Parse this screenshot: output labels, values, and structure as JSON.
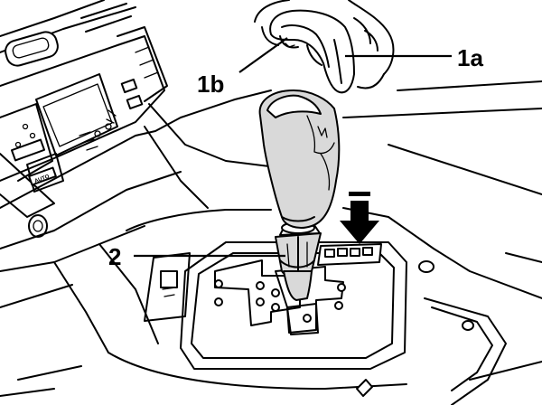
{
  "callouts": {
    "part_1a": "1a",
    "part_1b": "1b",
    "part_2": "2"
  },
  "dash_button_text": "AUTO",
  "colors": {
    "line": "#000000",
    "background": "#ffffff",
    "knob_shade": "#d9d9d9"
  },
  "icons": [
    "press-down-arrow-icon"
  ]
}
